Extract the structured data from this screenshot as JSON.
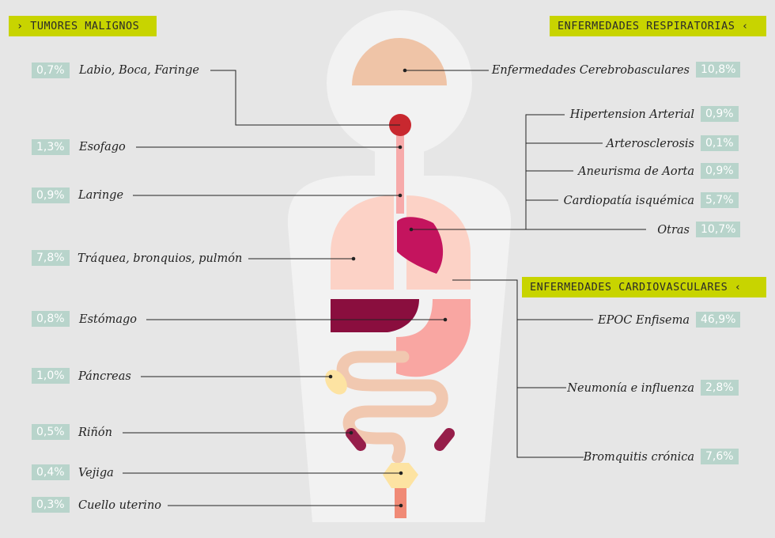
{
  "headers": {
    "tumores": "› TUMORES MALIGNOS",
    "respiratorias": "ENFERMEDADES RESPIRATORIAS ‹",
    "cardiovasculares": "ENFERMEDADES CARDIOVASCULARES ‹"
  },
  "left_items": [
    {
      "pct": "0,7%",
      "label": "Labio, Boca, Faringe"
    },
    {
      "pct": "1,3%",
      "label": "Esofago"
    },
    {
      "pct": "0,9%",
      "label": "Laringe"
    },
    {
      "pct": "7,8%",
      "label": "Tráquea, bronquios, pulmón"
    },
    {
      "pct": "0,8%",
      "label": "Estómago"
    },
    {
      "pct": "1,0%",
      "label": "Páncreas"
    },
    {
      "pct": "0,5%",
      "label": "Riñón"
    },
    {
      "pct": "0,4%",
      "label": "Vejiga"
    },
    {
      "pct": "0,3%",
      "label": "Cuello uterino"
    }
  ],
  "right_top": [
    {
      "label": "Enfermedades Cerebrobasculares",
      "pct": "10,8%"
    },
    {
      "label": "Hipertension Arterial",
      "pct": "0,9%"
    },
    {
      "label": "Arterosclerosis",
      "pct": "0,1%"
    },
    {
      "label": "Aneurisma de Aorta",
      "pct": "0,9%"
    },
    {
      "label": "Cardiopatía isquémica",
      "pct": "5,7%"
    },
    {
      "label": "Otras",
      "pct": "10,7%"
    }
  ],
  "right_bottom": [
    {
      "label": "EPOC Enfisema",
      "pct": "46,9%"
    },
    {
      "label": "Neumonía e influenza",
      "pct": "2,8%"
    },
    {
      "label": "Bromquitis crónica",
      "pct": "7,6%"
    }
  ],
  "colors": {
    "header": "#c8d400",
    "badge": "#b8d4cb",
    "body_silhouette": "#f2f2f2",
    "brain": "#efc4a7",
    "mouth": "#c8282f",
    "esophagus": "#f7aaaa",
    "lungs": "#fcd2c6",
    "heart": "#c4145e",
    "liver": "#8a0e3e",
    "stomach": "#f9a6a2",
    "intestine": "#f1c8b0",
    "pancreas": "#fde3a2",
    "kidney": "#961e4a",
    "bladder": "#fde3a2",
    "urethra": "#f08a76"
  }
}
